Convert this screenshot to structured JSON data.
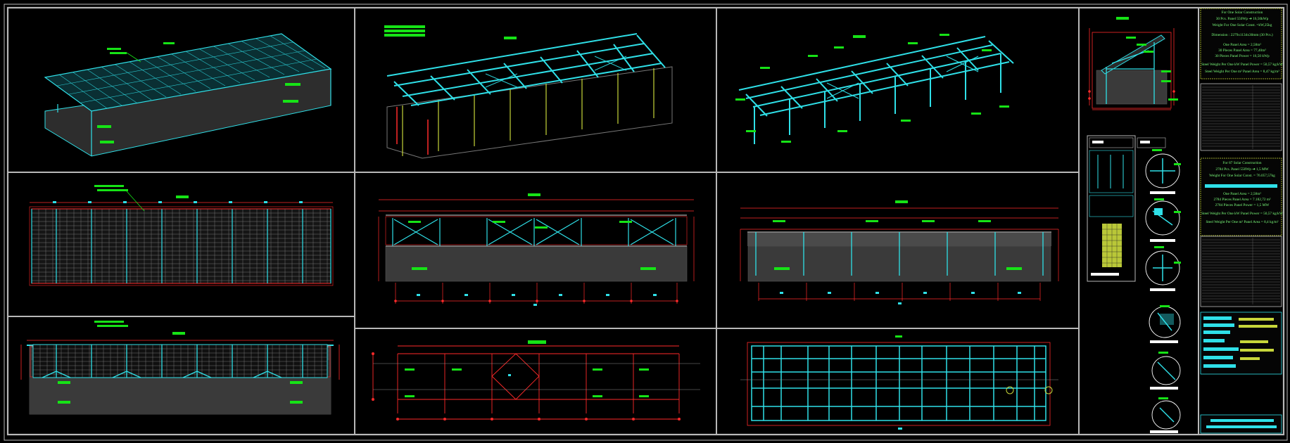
{
  "colors": {
    "background": "#000000",
    "frame": "#b8b8b8",
    "panel_cyan": "#2fe0e8",
    "dimension_red": "#ff2a2a",
    "label_green": "#16e316",
    "column_yellow_green": "#c7d63a",
    "gravel_grey": "#3a3a3a",
    "note_text": "#7cff7c"
  },
  "legend": {
    "block1": {
      "title": "For One Solar Construction",
      "panels": "30 Pcs. Panel 550Wp  ➔  16,50kWp",
      "weight": "Weight For One Solar Const. =kW,25kg",
      "dimension": "Dimension : 2279x1134x30mm (30 Pcs.)",
      "one_panel_area": "One Panel Area =   2,58m²",
      "pieces_area": "30 Pieces Panel Area = 77,40m²",
      "pieces_power": "30 Pieces Panel Power = 16,50 kWp",
      "steel_weight_kw": "Steel Weight Per One kW Panel Power = 50,57 kg/kW",
      "steel_weight_m2": "Steel Weight Per One m² Panel Area = 8,47 kg/m²"
    },
    "block2": {
      "title": "For 87 Solar Construction",
      "panels": "2784 Pcs. Panel 550Wp  ➔  1,5 MW",
      "weight": "Weight For One Solar Const. = 76.057,57kg",
      "one_panel_area": "One Panel Area =   2,58m²",
      "pieces_area": "2784 Pieces Panel Area = 7.182,72 m²",
      "pieces_power": "2784 Pieces Panel Power =   1,5 MW",
      "steel_weight_kw": "Steel Weight Per One kW Panel Power = 50,57 kg/kW",
      "steel_weight_m2": "Steel Weight Per One m² Panel Area = 8,4 kg/m²"
    }
  }
}
